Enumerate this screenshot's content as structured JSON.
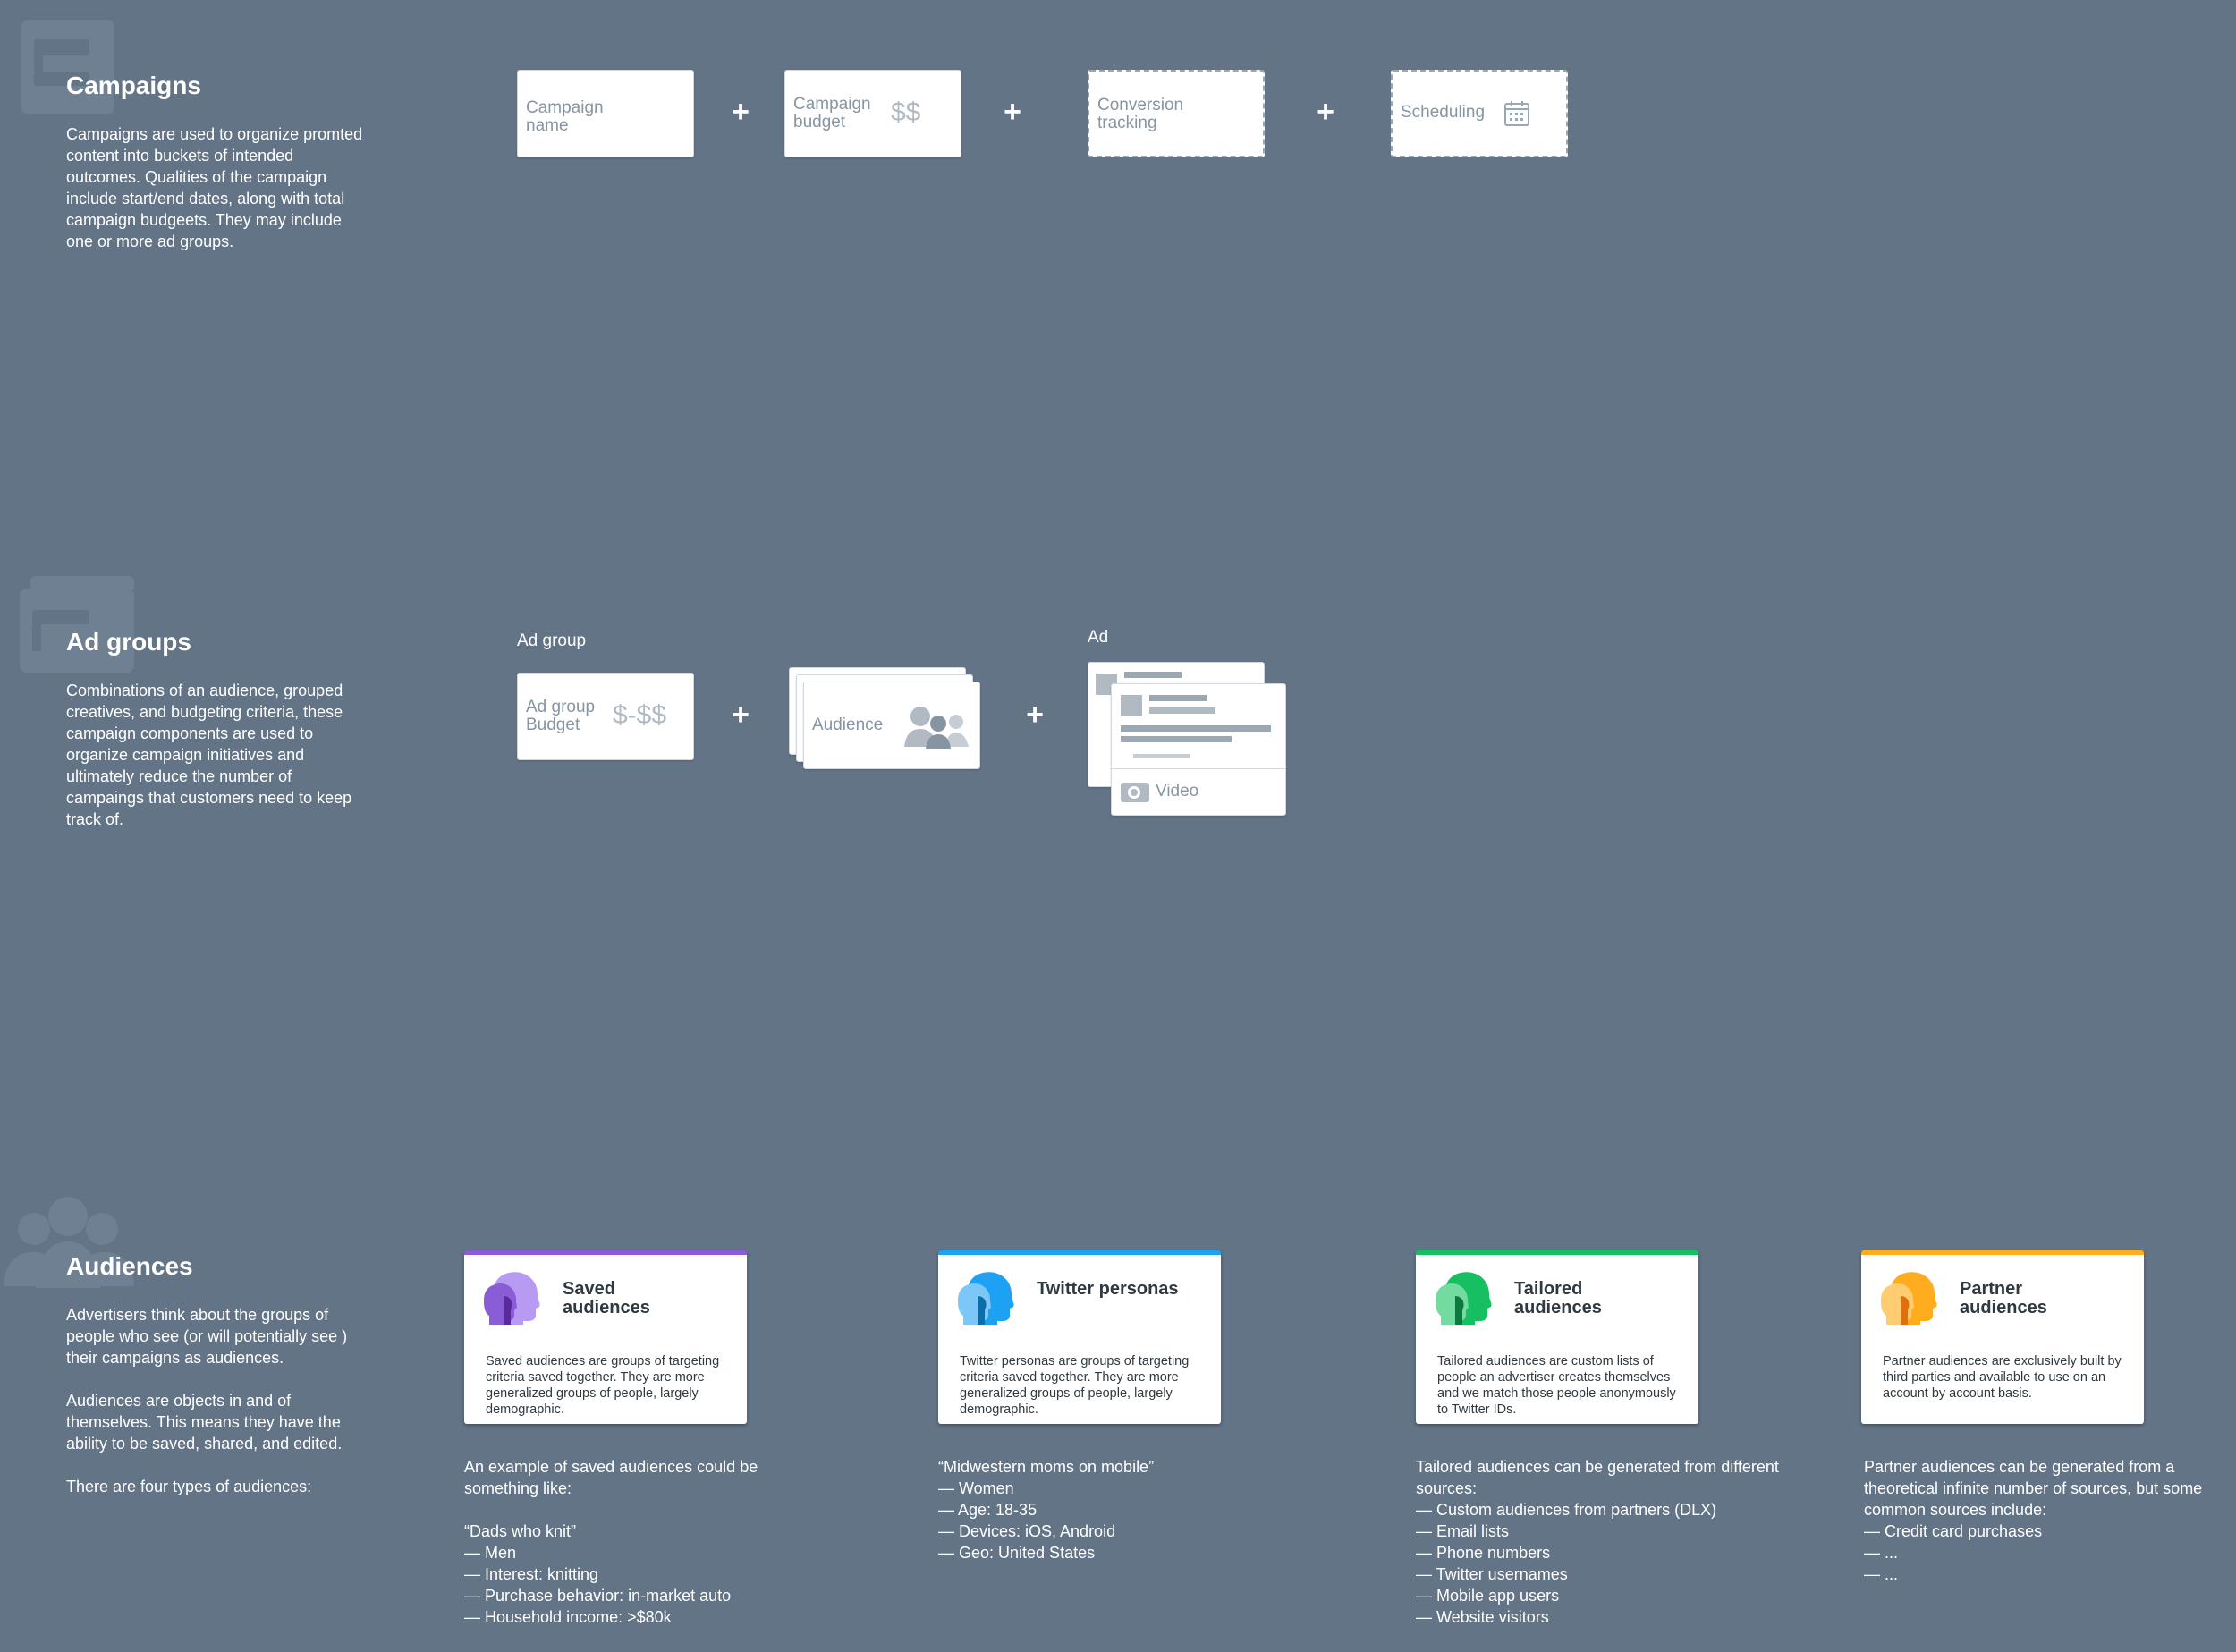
{
  "campaigns": {
    "title": "Campaigns",
    "description": "Campaigns are used to organize promted content into buckets of intended outcomes. Qualities of the campaign include start/end dates, along with total campaign budgeets. They may include one or more ad groups.",
    "boxes": [
      {
        "label": "Campaign name"
      },
      {
        "label": "Campaign budget",
        "amount": "$$"
      },
      {
        "label": "Conversion tracking"
      },
      {
        "label": "Scheduling"
      }
    ],
    "plus": "+"
  },
  "ad_groups": {
    "title": "Ad groups",
    "description": "Combinations of an audience, grouped creatives, and budgeting criteria, these campaign components are used to organize campaign initiatives and ultimately reduce the number of campaings that customers need to keep track of.",
    "ad_group_label": "Ad group",
    "ad_label": "Ad",
    "budget_label": "Ad group Budget",
    "budget_amount": "$-$$",
    "audience_label": "Audience",
    "video_label": "Video",
    "plus": "+"
  },
  "audiences": {
    "title": "Audiences",
    "description_1": "Advertisers think about the groups of people who see (or will potentially see ) their campaigns as audiences.",
    "description_2": "Audiences are objects in and of themselves. This means they have the ability to be saved, shared, and edited.",
    "description_3": "There are four types of audiences:",
    "cards": [
      {
        "title": "Saved audiences",
        "body": "Saved audiences are groups of targeting criteria saved together. They are more generalized groups of people, largely demographic.",
        "color": "#8a5cd6",
        "example": [
          "An example of saved audiences could be something like:",
          "",
          "“Dads who knit”",
          "— Men",
          "— Interest: knitting",
          "— Purchase behavior: in-market auto",
          "— Household income: >$80k"
        ]
      },
      {
        "title": "Twitter personas",
        "body": "Twitter personas are groups of targeting criteria saved together. They are more generalized groups of people, largely demographic.",
        "color": "#1da1f2",
        "example": [
          "“Midwestern moms on mobile”",
          "— Women",
          "— Age: 18-35",
          "— Devices: iOS, Android",
          "— Geo: United States"
        ]
      },
      {
        "title": "Tailored audiences",
        "body": "Tailored audiences are custom lists of people an advertiser creates themselves and we match those people anonymously to Twitter IDs.",
        "color": "#17bf63",
        "example": [
          "Tailored audiences can be generated from different sources:",
          "— Custom audiences from partners (DLX)",
          "— Email lists",
          "— Phone numbers",
          "— Twitter usernames",
          "— Mobile app users",
          "— Website visitors"
        ]
      },
      {
        "title": "Partner audiences",
        "body": "Partner audiences are exclusively built by third parties and available to use on an account by account basis.",
        "color": "#ffad1f",
        "example": [
          "Partner audiences can be generated from a theoretical infinite number of sources, but some common sources include:",
          "— Credit card purchases",
          "— ...",
          "— ..."
        ]
      }
    ]
  }
}
